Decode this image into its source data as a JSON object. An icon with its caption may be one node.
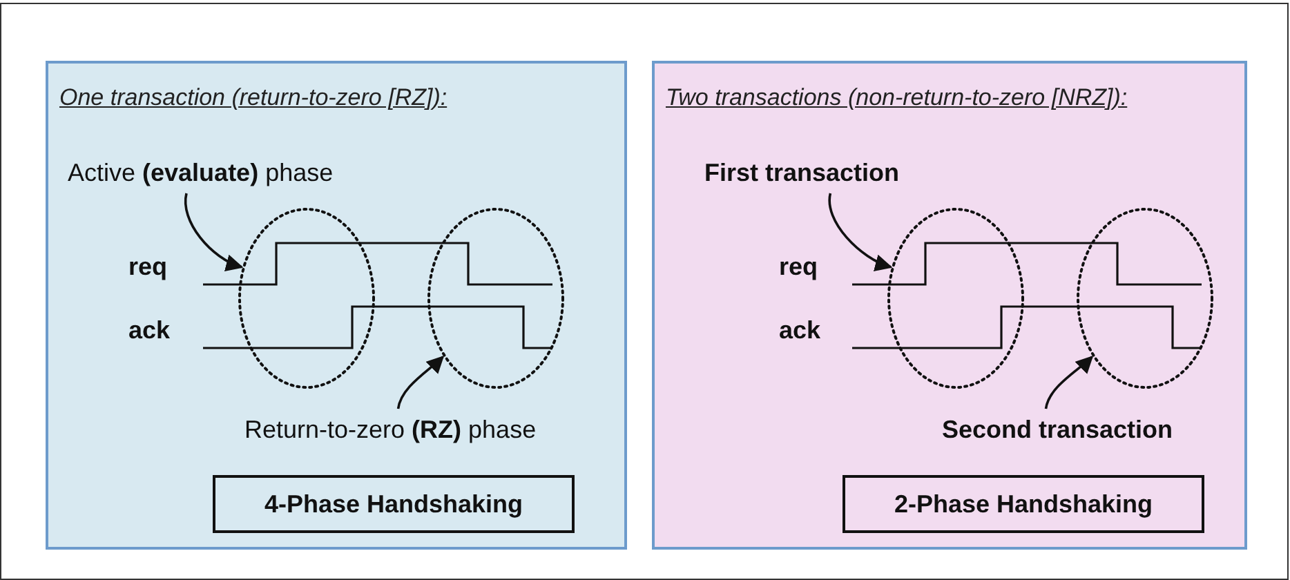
{
  "diagram": {
    "nodes": [
      {
        "text": [
          "One transaction (return-to-zero [RZ]):"
        ]
      },
      {
        "text": [
          "Active **(evaluate)** phase"
        ],
        "in": 0
      },
      {
        "text": [],
        "shape": "circle",
        "in": 0
      },
      {
        "text": [],
        "shape": "circle",
        "in": 0
      },
      {
        "text": [
          "Return-to-zero **(RZ)** phase"
        ],
        "in": 0
      },
      {
        "text": [
          "4-Phase Handshaking"
        ],
        "in": 0
      },
      {
        "text": [
          "Two transactions (non-return-to-zero [NRZ]):"
        ]
      },
      {
        "text": [
          "First transaction"
        ],
        "in": 6
      },
      {
        "text": [],
        "shape": "circle",
        "in": 6
      },
      {
        "text": [],
        "shape": "circle",
        "in": 6
      },
      {
        "text": [
          "Second transaction"
        ],
        "in": 6
      },
      {
        "text": [
          "2-Phase Handshaking"
        ],
        "in": 6
      }
    ],
    "edges": [
      {
        "from": 1,
        "to": 2,
        "arrow": "to"
      },
      {
        "from": 4,
        "to": 3,
        "arrow": "to"
      },
      {
        "from": 7,
        "to": 8,
        "arrow": "to"
      },
      {
        "from": 10,
        "to": 9,
        "arrow": "to"
      }
    ],
    "labels": [
      "req",
      "ack",
      "req",
      "ack"
    ]
  }
}
